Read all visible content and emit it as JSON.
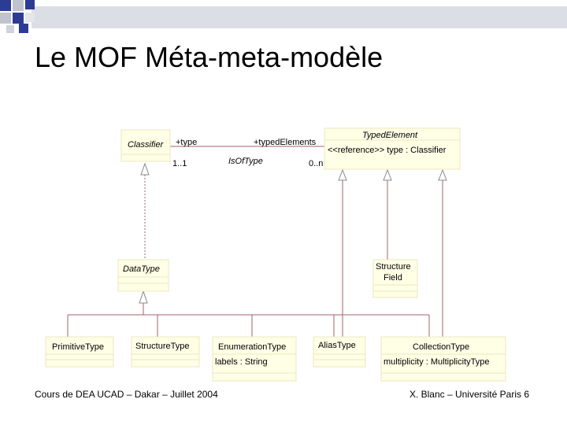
{
  "slide": {
    "title": "Le MOF Méta-meta-modèle",
    "footer_left": "Cours de DEA UCAD – Dakar – Juillet 2004",
    "footer_right": "X. Blanc – Université Paris 6"
  },
  "diagram": {
    "classifier": "Classifier",
    "typed_element": "TypedElement",
    "typed_element_attr": "<<reference>> type : Classifier",
    "data_type": "DataType",
    "structure_field_line1": "Structure",
    "structure_field_line2": "Field",
    "primitive_type": "PrimitiveType",
    "structure_type": "StructureType",
    "enumeration_type": "EnumerationType",
    "enumeration_attr": "labels : String",
    "alias_type": "AliasType",
    "collection_type": "CollectionType",
    "collection_attr": "multiplicity : MultiplicityType",
    "assoc_role_type": "+type",
    "assoc_role_typed_elements": "+typedElements",
    "assoc_name": "IsOfType",
    "mult_type": "1..1",
    "mult_typed_elements": "0..n"
  },
  "colors": {
    "box_fill": "#ffffe6",
    "line": "#a5606a",
    "deco_blue": "#2c3c94",
    "deco_gray": "#b9bcc8",
    "deco_bar": "#d8dae2"
  }
}
